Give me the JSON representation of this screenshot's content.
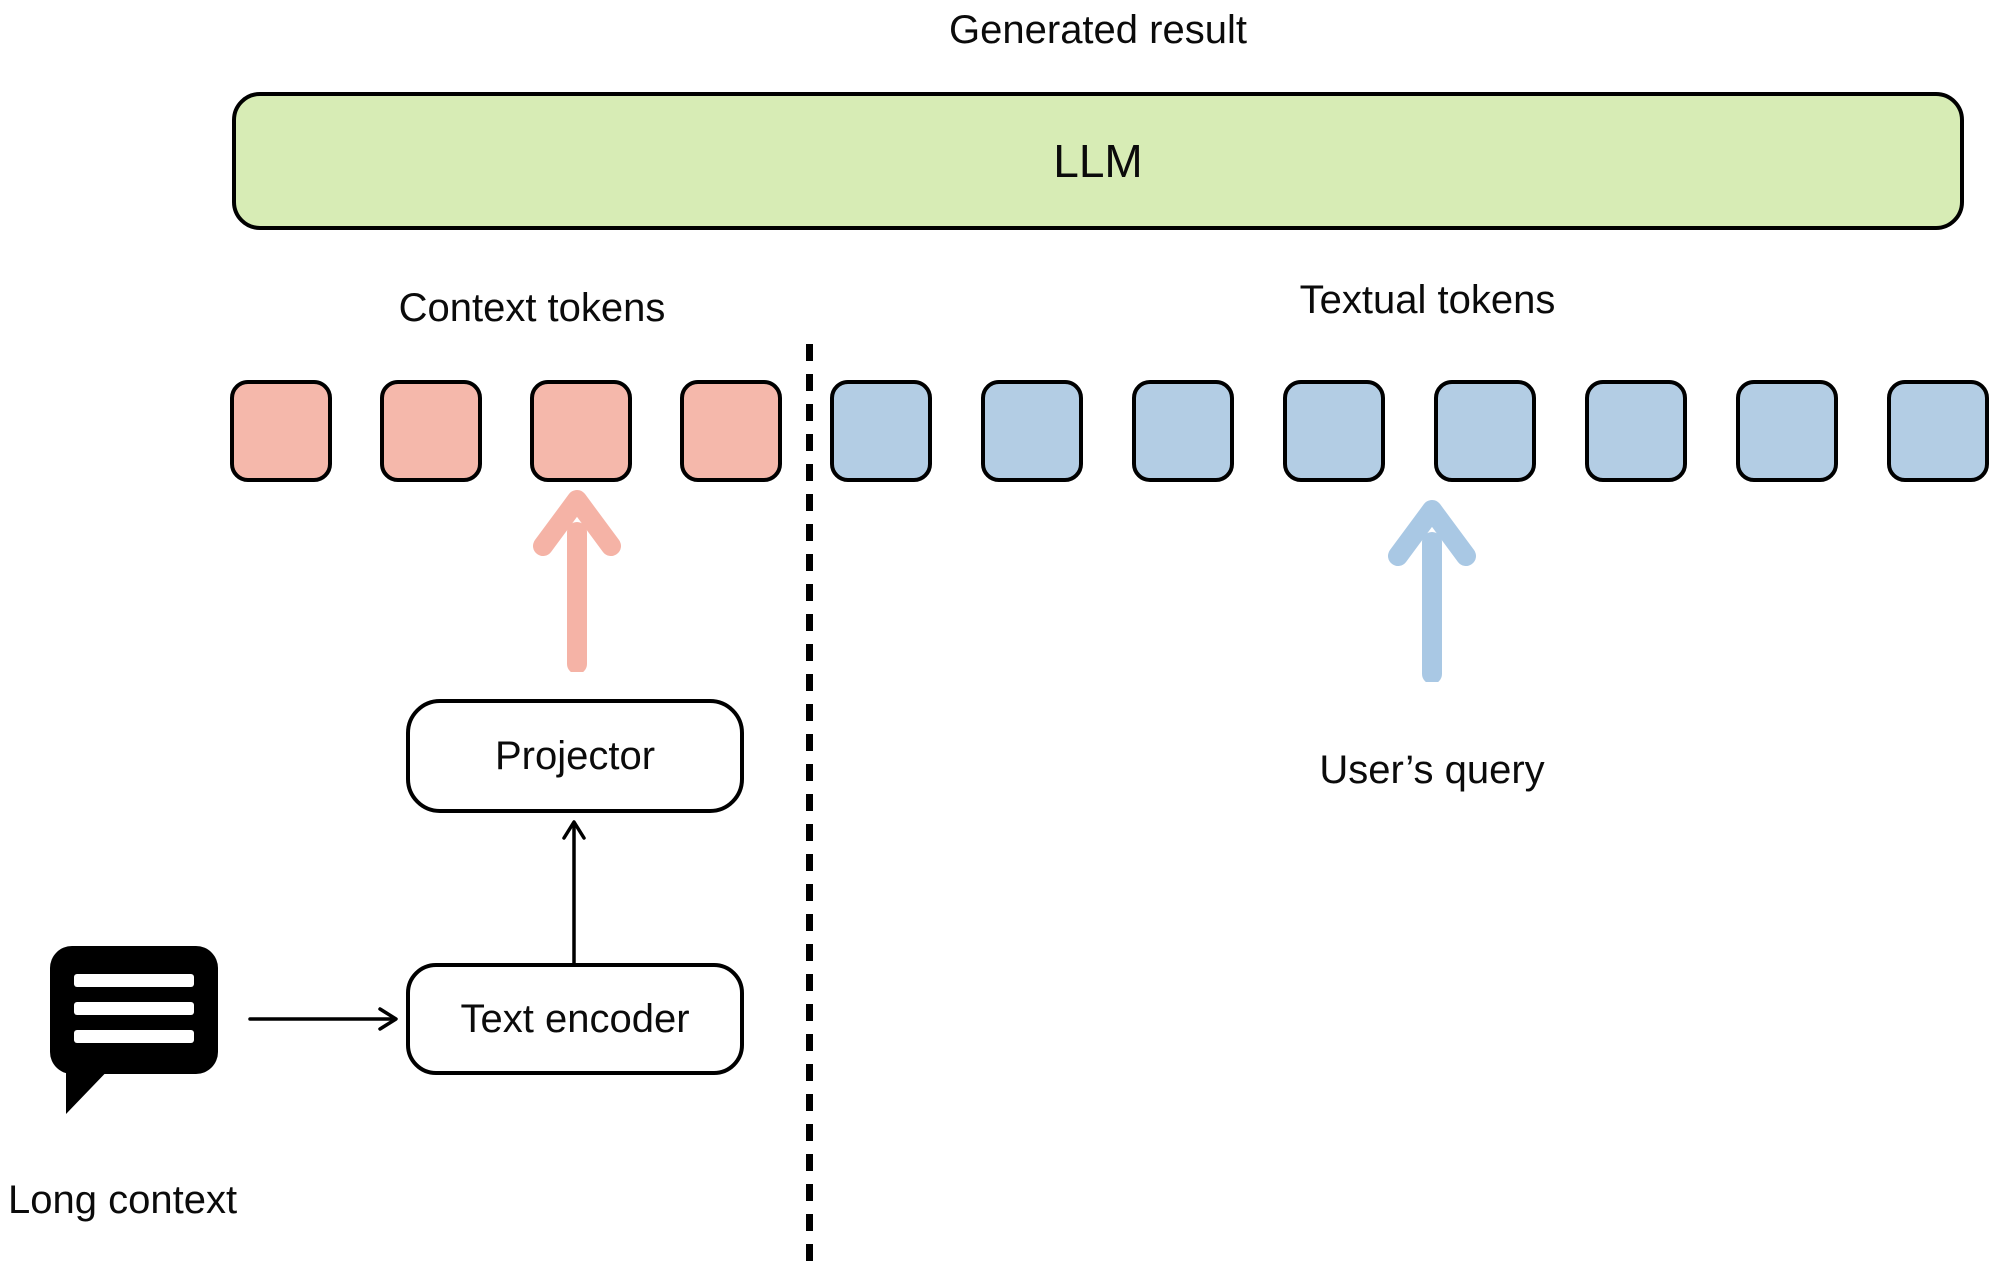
{
  "title": "Generated result",
  "llm": {
    "label": "LLM"
  },
  "groups": {
    "context": {
      "label": "Context tokens",
      "count": 4
    },
    "textual": {
      "label": "Textual tokens",
      "count": 8
    }
  },
  "boxes": {
    "projector": {
      "label": "Projector"
    },
    "text_encoder": {
      "label": "Text encoder"
    }
  },
  "labels": {
    "long_context": "Long context",
    "users_query": "User’s query"
  },
  "icons": {
    "speech_bubble": "speech-bubble-icon",
    "context_arrow_up": "thick-up-arrow-icon",
    "query_arrow_up": "thick-up-arrow-icon"
  },
  "colors": {
    "llm_fill": "#d7ecb5",
    "context_token_fill": "#f5b8ab",
    "textual_token_fill": "#b3cde4",
    "context_arrow": "#f5b3a6",
    "textual_arrow": "#a9c8e4",
    "outline": "#000000"
  }
}
